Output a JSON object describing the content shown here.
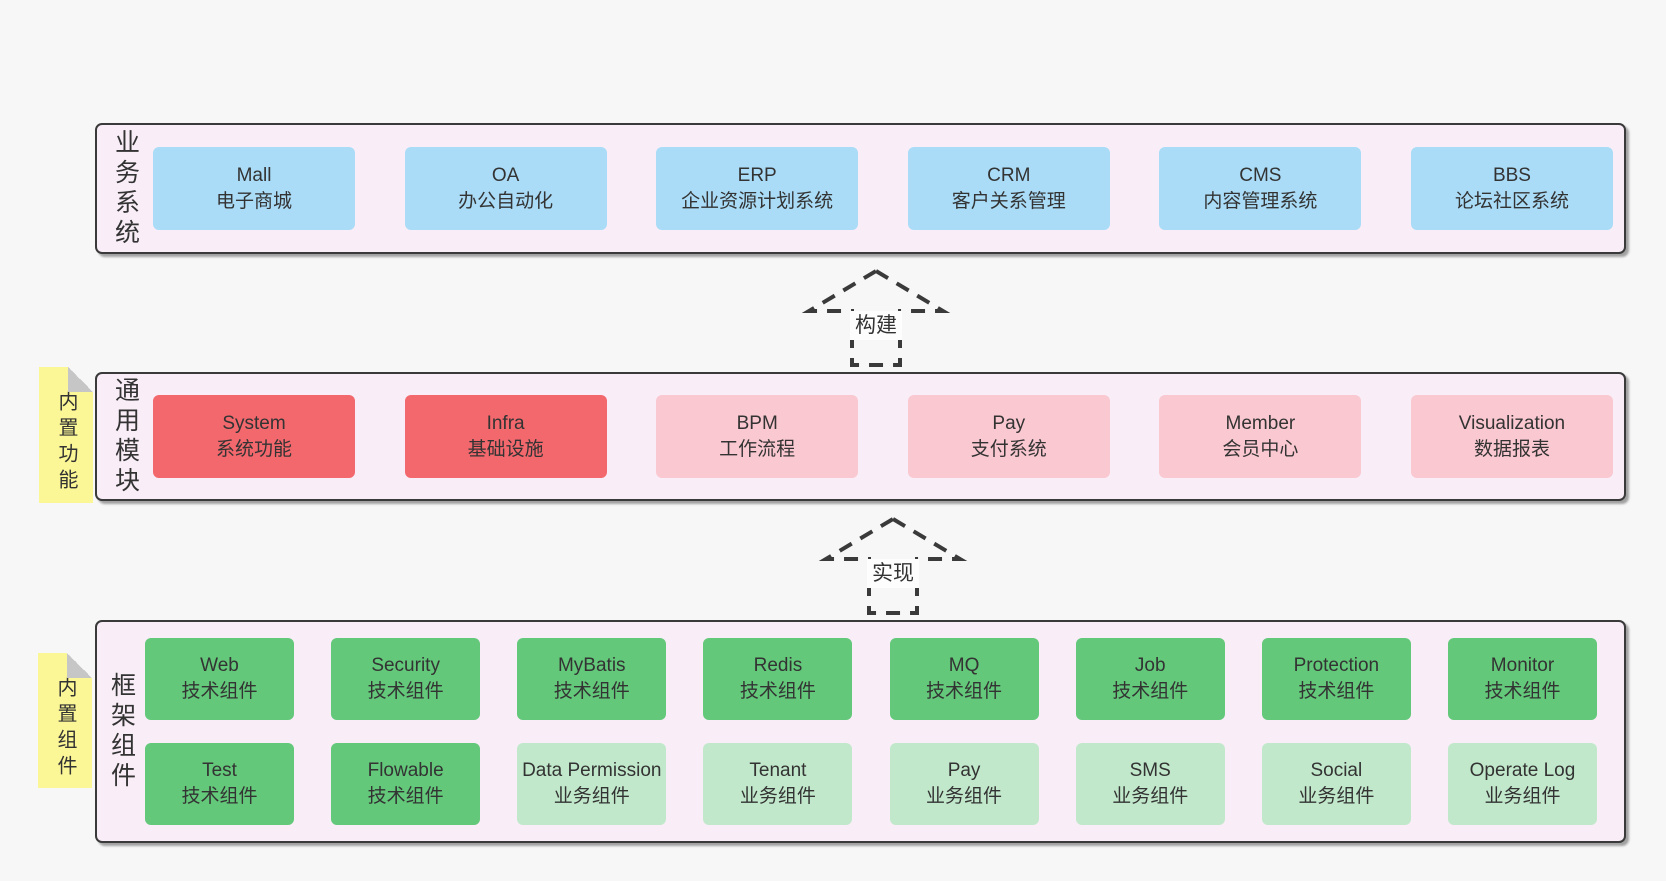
{
  "colors": {
    "canvas_bg": "#f7f7f7",
    "panel_bg": "#f9eef7",
    "panel_border": "#3a3a3a",
    "blue": "#aadcf7",
    "red": "#f2686d",
    "pink": "#fac8d1",
    "green": "#63c87a",
    "lightgreen": "#c2e8cb",
    "note_yellow": "#fcf796",
    "note_fold": "#c6c6c6",
    "text": "#333333"
  },
  "arrows": [
    {
      "label": "构建"
    },
    {
      "label": "实现"
    }
  ],
  "notes": [
    {
      "text": "内置功能"
    },
    {
      "text": "内置组件"
    }
  ],
  "layers": [
    {
      "label": "业务系统",
      "boxes": [
        {
          "name": "Mall",
          "subtitle": "电子商城",
          "variant": "blue"
        },
        {
          "name": "OA",
          "subtitle": "办公自动化",
          "variant": "blue"
        },
        {
          "name": "ERP",
          "subtitle": "企业资源计划系统",
          "variant": "blue"
        },
        {
          "name": "CRM",
          "subtitle": "客户关系管理",
          "variant": "blue"
        },
        {
          "name": "CMS",
          "subtitle": "内容管理系统",
          "variant": "blue"
        },
        {
          "name": "BBS",
          "subtitle": "论坛社区系统",
          "variant": "blue"
        }
      ]
    },
    {
      "label": "通用模块",
      "boxes": [
        {
          "name": "System",
          "subtitle": "系统功能",
          "variant": "red"
        },
        {
          "name": "Infra",
          "subtitle": "基础设施",
          "variant": "red"
        },
        {
          "name": "BPM",
          "subtitle": "工作流程",
          "variant": "pink"
        },
        {
          "name": "Pay",
          "subtitle": "支付系统",
          "variant": "pink"
        },
        {
          "name": "Member",
          "subtitle": "会员中心",
          "variant": "pink"
        },
        {
          "name": "Visualization",
          "subtitle": "数据报表",
          "variant": "pink"
        }
      ]
    },
    {
      "label": "框架组件",
      "boxes": [
        {
          "name": "Web",
          "subtitle": "技术组件",
          "variant": "green"
        },
        {
          "name": "Security",
          "subtitle": "技术组件",
          "variant": "green"
        },
        {
          "name": "MyBatis",
          "subtitle": "技术组件",
          "variant": "green"
        },
        {
          "name": "Redis",
          "subtitle": "技术组件",
          "variant": "green"
        },
        {
          "name": "MQ",
          "subtitle": "技术组件",
          "variant": "green"
        },
        {
          "name": "Job",
          "subtitle": "技术组件",
          "variant": "green"
        },
        {
          "name": "Protection",
          "subtitle": "技术组件",
          "variant": "green"
        },
        {
          "name": "Monitor",
          "subtitle": "技术组件",
          "variant": "green"
        },
        {
          "name": "Test",
          "subtitle": "技术组件",
          "variant": "green"
        },
        {
          "name": "Flowable",
          "subtitle": "技术组件",
          "variant": "green"
        },
        {
          "name": "Data Permission",
          "subtitle": "业务组件",
          "variant": "lightgreen"
        },
        {
          "name": "Tenant",
          "subtitle": "业务组件",
          "variant": "lightgreen"
        },
        {
          "name": "Pay",
          "subtitle": "业务组件",
          "variant": "lightgreen"
        },
        {
          "name": "SMS",
          "subtitle": "业务组件",
          "variant": "lightgreen"
        },
        {
          "name": "Social",
          "subtitle": "业务组件",
          "variant": "lightgreen"
        },
        {
          "name": "Operate Log",
          "subtitle": "业务组件",
          "variant": "lightgreen"
        }
      ]
    }
  ]
}
